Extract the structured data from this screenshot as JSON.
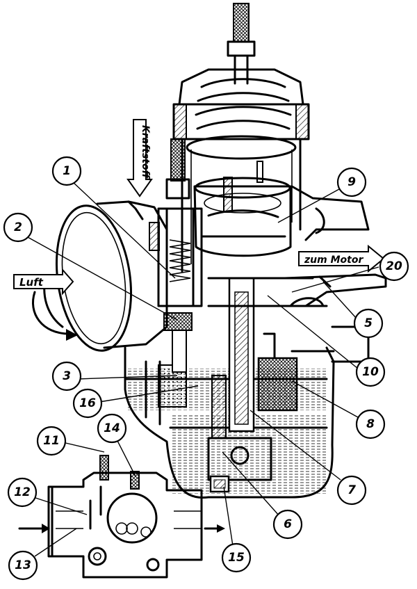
{
  "labels": {
    "fuel": "Kraftstoff",
    "air": "Luft",
    "engine": "zum Motor"
  },
  "callouts": [
    "1",
    "2",
    "3",
    "16",
    "11",
    "14",
    "12",
    "13",
    "15",
    "6",
    "7",
    "8",
    "10",
    "5",
    "20",
    "9"
  ],
  "colors": {
    "ink": "#000000",
    "paper": "#ffffff"
  }
}
